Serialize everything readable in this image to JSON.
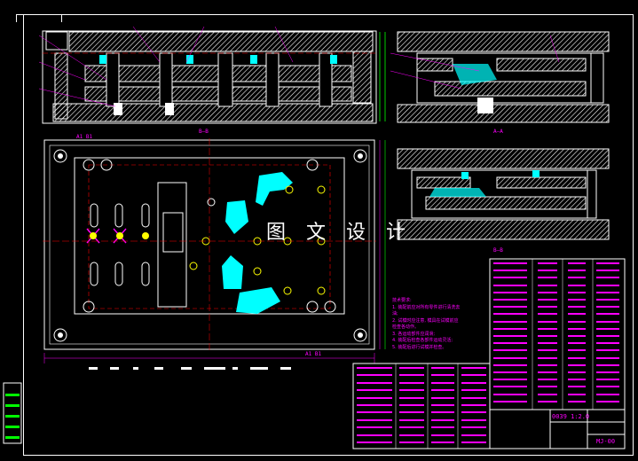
{
  "watermark": "图 文 设 计",
  "section_labels": {
    "top_left": "B—B",
    "top_right": "A—A",
    "mid_right": "B—B",
    "plan_top_left": "A1  B1",
    "plan_bottom": "A1  B1"
  },
  "technical_notes": {
    "heading": "技术要求:",
    "lines": [
      "1. 装配前应对所有零件进行清洗去",
      "   油;",
      "2. 试模时应注意, 模具在试模前应",
      "   检查各动作。",
      "3. 各运动部件应润滑;",
      "4. 装配后检查各部件运动灵活;",
      "5. 装配后进行试模并检查。"
    ]
  },
  "title_block": {
    "code": "0039 1:2.0",
    "drawing_no": "MJ-00"
  },
  "colors": {
    "line": "#ffffff",
    "dimension": "#ff00ff",
    "highlight": "#00ffff",
    "construction": "#ff0000",
    "accent": "#00ff00",
    "background": "#000000"
  }
}
